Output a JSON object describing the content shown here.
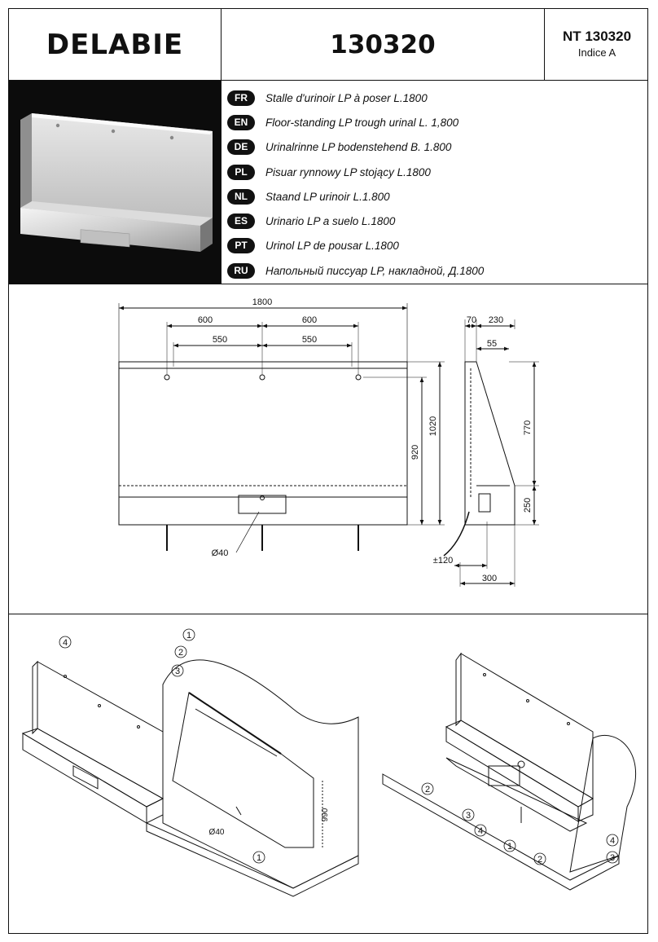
{
  "header": {
    "brand": "DELABIE",
    "reference": "130320",
    "nt_code": "NT 130320",
    "index": "Indice A"
  },
  "languages": [
    {
      "code": "FR",
      "text": "Stalle d'urinoir LP à poser L.1800"
    },
    {
      "code": "EN",
      "text": "Floor-standing LP trough urinal L. 1,800"
    },
    {
      "code": "DE",
      "text": "Urinalrinne LP bodenstehend B. 1.800"
    },
    {
      "code": "PL",
      "text": "Pisuar rynnowy LP stojący L.1800"
    },
    {
      "code": "NL",
      "text": "Staand LP urinoir L.1.800"
    },
    {
      "code": "ES",
      "text": "Urinario LP a suelo L.1800"
    },
    {
      "code": "PT",
      "text": "Urinol LP de pousar L.1800"
    },
    {
      "code": "RU",
      "text": "Напольный писсуар LP, накладной, Д.1800"
    }
  ],
  "dimensions": {
    "overall_width": "1800",
    "spacing_a": "600",
    "spacing_b": "600",
    "spacing_c": "550",
    "spacing_d": "550",
    "height_inner": "920",
    "height_total": "1020",
    "drain_diameter": "Ø40",
    "side_top_a": "70",
    "side_top_b": "230",
    "side_inner": "55",
    "side_upper": "770",
    "side_lower": "250",
    "side_tolerance": "±120",
    "side_depth": "300",
    "install_height": "990",
    "install_drain": "Ø40"
  },
  "callouts": {
    "c1": "1",
    "c2": "2",
    "c3": "3",
    "c4": "4"
  }
}
